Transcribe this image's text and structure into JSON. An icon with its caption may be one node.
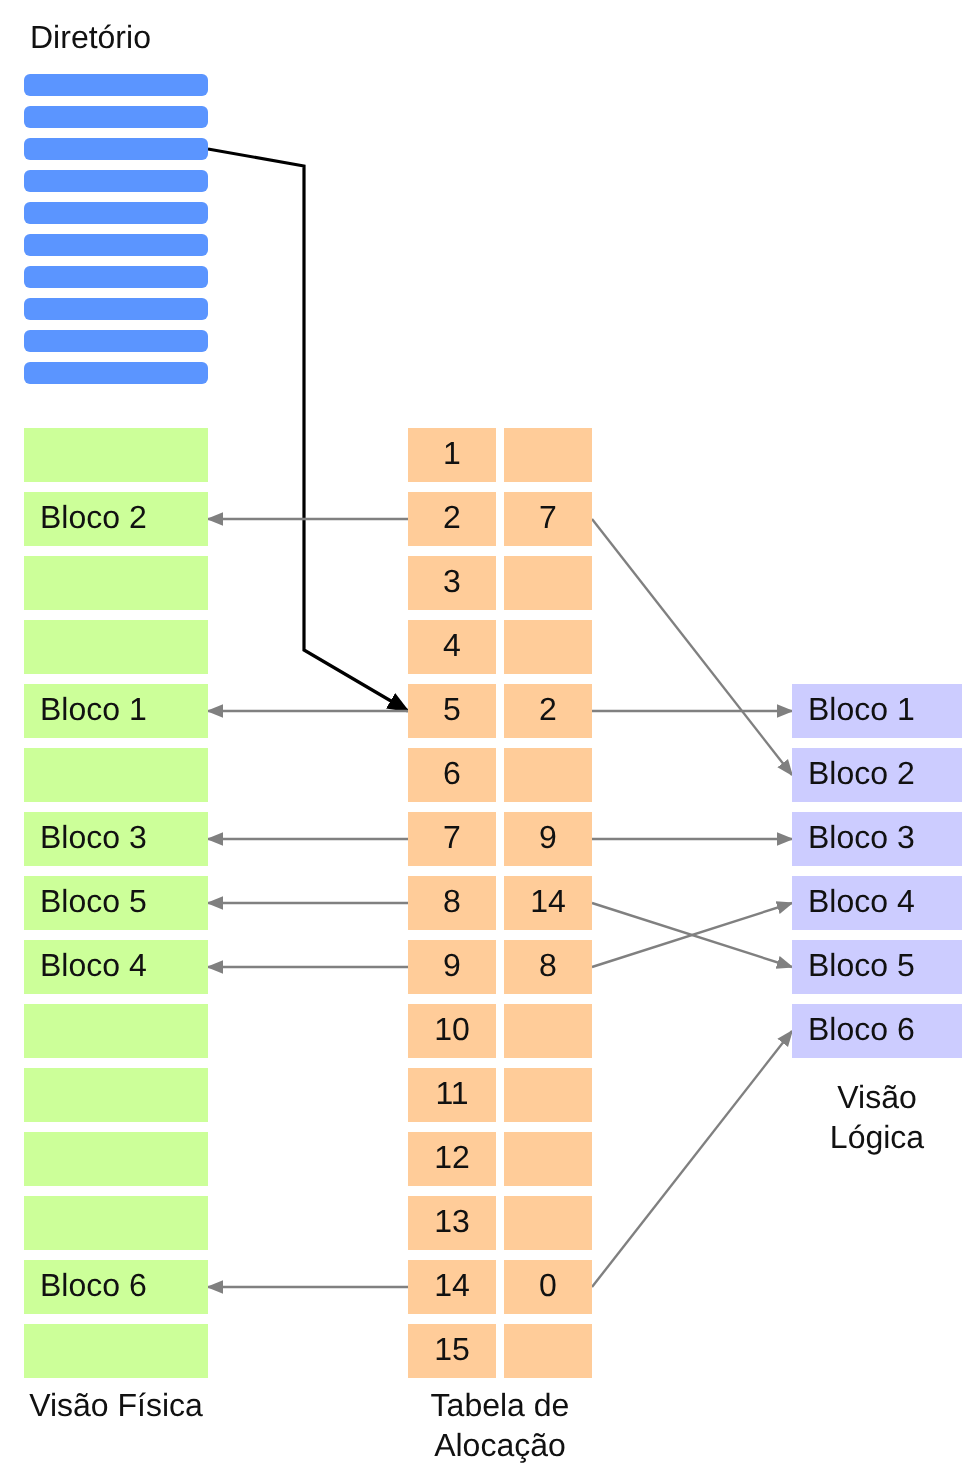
{
  "diagram": {
    "nodes": [
      {
        "text": [
          "Diretório"
        ]
      },
      {
        "text": [],
        "shape": "bar",
        "in": 0
      },
      {
        "text": [],
        "shape": "bar",
        "in": 0
      },
      {
        "text": [],
        "shape": "bar",
        "in": 0
      },
      {
        "text": [],
        "shape": "bar",
        "in": 0
      },
      {
        "text": [],
        "shape": "bar",
        "in": 0
      },
      {
        "text": [],
        "shape": "bar",
        "in": 0
      },
      {
        "text": [],
        "shape": "bar",
        "in": 0
      },
      {
        "text": [],
        "shape": "bar",
        "in": 0
      },
      {
        "text": [],
        "shape": "bar",
        "in": 0
      },
      {
        "text": [],
        "shape": "bar",
        "in": 0
      },
      {
        "text": [],
        "shape": "box"
      },
      {
        "text": [
          "Bloco 2"
        ]
      },
      {
        "text": [],
        "shape": "box"
      },
      {
        "text": [],
        "shape": "box"
      },
      {
        "text": [
          "Bloco 1"
        ]
      },
      {
        "text": [],
        "shape": "box"
      },
      {
        "text": [
          "Bloco 3"
        ]
      },
      {
        "text": [
          "Bloco 5"
        ]
      },
      {
        "text": [
          "Bloco 4"
        ]
      },
      {
        "text": [],
        "shape": "box"
      },
      {
        "text": [],
        "shape": "box"
      },
      {
        "text": [],
        "shape": "box"
      },
      {
        "text": [],
        "shape": "box"
      },
      {
        "text": [
          "Bloco 6"
        ]
      },
      {
        "text": [],
        "shape": "box"
      },
      {
        "text": [
          "1"
        ]
      },
      {
        "text": [],
        "shape": "box"
      },
      {
        "text": [
          "2"
        ]
      },
      {
        "text": [
          "7"
        ]
      },
      {
        "text": [
          "3"
        ]
      },
      {
        "text": [],
        "shape": "box"
      },
      {
        "text": [
          "4"
        ]
      },
      {
        "text": [],
        "shape": "box"
      },
      {
        "text": [
          "5"
        ]
      },
      {
        "text": [
          "2"
        ]
      },
      {
        "text": [
          "6"
        ]
      },
      {
        "text": [],
        "shape": "box"
      },
      {
        "text": [
          "7"
        ]
      },
      {
        "text": [
          "9"
        ]
      },
      {
        "text": [
          "8"
        ]
      },
      {
        "text": [
          "14"
        ]
      },
      {
        "text": [
          "9"
        ]
      },
      {
        "text": [
          "8"
        ]
      },
      {
        "text": [
          "10"
        ]
      },
      {
        "text": [],
        "shape": "box"
      },
      {
        "text": [
          "11"
        ]
      },
      {
        "text": [],
        "shape": "box"
      },
      {
        "text": [
          "12"
        ]
      },
      {
        "text": [],
        "shape": "box"
      },
      {
        "text": [
          "13"
        ]
      },
      {
        "text": [],
        "shape": "box"
      },
      {
        "text": [
          "14"
        ]
      },
      {
        "text": [
          "0"
        ]
      },
      {
        "text": [
          "15"
        ]
      },
      {
        "text": [],
        "shape": "box"
      },
      {
        "text": [
          "Bloco 1"
        ]
      },
      {
        "text": [
          "Bloco 2"
        ]
      },
      {
        "text": [
          "Bloco 3"
        ]
      },
      {
        "text": [
          "Bloco 4"
        ]
      },
      {
        "text": [
          "Bloco 5"
        ]
      },
      {
        "text": [
          "Bloco 6"
        ]
      }
    ],
    "edges": [
      {
        "from": 3,
        "to": 34,
        "arrow": "to",
        "color": "#000000"
      },
      {
        "from": 28,
        "to": 12,
        "arrow": "to"
      },
      {
        "from": 34,
        "to": 15,
        "arrow": "to"
      },
      {
        "from": 38,
        "to": 17,
        "arrow": "to"
      },
      {
        "from": 40,
        "to": 18,
        "arrow": "to"
      },
      {
        "from": 42,
        "to": 19,
        "arrow": "to"
      },
      {
        "from": 52,
        "to": 24,
        "arrow": "to"
      },
      {
        "from": 29,
        "to": 57,
        "arrow": "to"
      },
      {
        "from": 35,
        "to": 56,
        "arrow": "to"
      },
      {
        "from": 39,
        "to": 58,
        "arrow": "to"
      },
      {
        "from": 41,
        "to": 60,
        "arrow": "to"
      },
      {
        "from": 43,
        "to": 59,
        "arrow": "to"
      },
      {
        "from": 53,
        "to": 61,
        "arrow": "to"
      }
    ],
    "labels": [
      "Visão Lógica",
      "Visão Física",
      "Tabela de Alocação"
    ]
  }
}
